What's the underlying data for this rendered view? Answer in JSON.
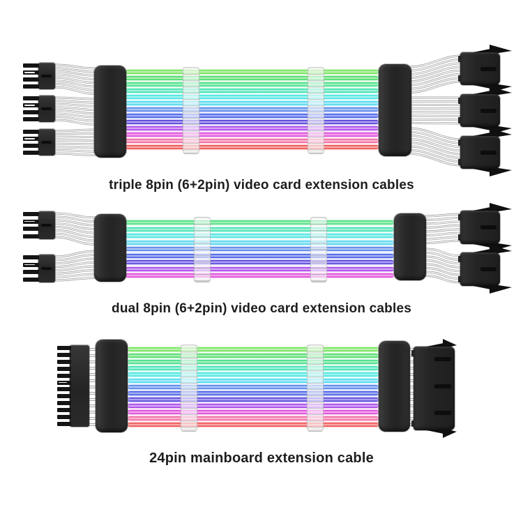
{
  "colors": {
    "background": "#ffffff",
    "caption_text": "#1d1d1d",
    "connector_body": "#262626",
    "connector_pin": "#151515",
    "connector_slot": "#0d0d0d",
    "wire_outline": "#9e9e9e",
    "wire_fill": "#f4f4f4",
    "comb_tint": "rgba(250,250,250,0.55)",
    "latch_arrow": "#101010"
  },
  "cables": [
    {
      "name": "triple 8pin video card extension cable",
      "caption": "triple 8pin (6+2pin) video card extension cables",
      "connector_type": "8pin (6+2pin)",
      "left_connector_count": 3,
      "right_connector_count": 3,
      "comb_count": 2,
      "strip_colors": [
        "#69E14E",
        "#43DA5F",
        "#38DE7D",
        "#32E1AC",
        "#3BE4DE",
        "#43D6F0",
        "#4B7FE8",
        "#3A55E6",
        "#4B36DA",
        "#A43AE8",
        "#DF3AD6",
        "#F25E9B",
        "#EE4545"
      ]
    },
    {
      "name": "dual 8pin video card extension cable",
      "caption": "dual 8pin (6+2pin) video card extension cables",
      "connector_type": "8pin (6+2pin)",
      "left_connector_count": 2,
      "right_connector_count": 2,
      "comb_count": 2,
      "strip_colors": [
        "#3BDC72",
        "#34E0AC",
        "#3DE3E0",
        "#47D3F0",
        "#4C7EE8",
        "#3A54E6",
        "#4E38DB",
        "#A03BE8",
        "#E03AD7"
      ]
    },
    {
      "name": "24pin mainboard extension cable",
      "caption": "24pin mainboard extension cable",
      "connector_type": "24pin",
      "left_connector_count": 1,
      "right_connector_count": 1,
      "comb_count": 2,
      "strip_colors": [
        "#69E14E",
        "#43DA5F",
        "#38DE7D",
        "#32E1AC",
        "#3BE4DE",
        "#43D6F0",
        "#4B7FE8",
        "#3A55E6",
        "#4B36DA",
        "#A43AE8",
        "#DF3AD6",
        "#F25E9B",
        "#EE4545"
      ]
    }
  ]
}
